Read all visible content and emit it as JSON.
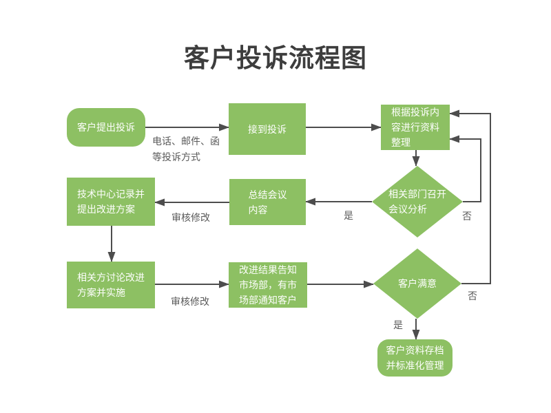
{
  "title": "客户投诉流程图",
  "colors": {
    "node_fill": "#8dc063",
    "node_text": "#ffffff",
    "connector": "#4d4d4d",
    "title_text": "#3d3d3d",
    "edge_label_text": "#595959",
    "background": "#ffffff"
  },
  "nodes": {
    "start": {
      "label": "客户提出投诉",
      "shape": "rounded-rect"
    },
    "receive": {
      "label": "接到投诉",
      "shape": "rect"
    },
    "organize": {
      "label": "根据投诉内\n容进行资料\n整理",
      "shape": "rect"
    },
    "dept_meeting": {
      "label": "相关部门召开\n会议分析",
      "shape": "diamond"
    },
    "summarize": {
      "label": "总结会议\n内容",
      "shape": "rect"
    },
    "tech_center": {
      "label": "技术中心记录并\n提出改进方案",
      "shape": "rect"
    },
    "implement": {
      "label": "相关方讨论改进\n方案并实施",
      "shape": "rect"
    },
    "notify_market": {
      "label": "改进结果告知\n市场部，有市\n场部通知客户",
      "shape": "rect"
    },
    "satisfied": {
      "label": "客户满意",
      "shape": "diamond"
    },
    "archive": {
      "label": "客户资料存档\n并标准化管理",
      "shape": "rounded-rect"
    }
  },
  "edge_labels": {
    "complaint_method": "电话、邮件、函\n等投诉方式",
    "review_1": "审核修改",
    "review_2": "审核修改",
    "yes_1": "是",
    "no_1": "否",
    "yes_2": "是",
    "no_2": "否"
  }
}
